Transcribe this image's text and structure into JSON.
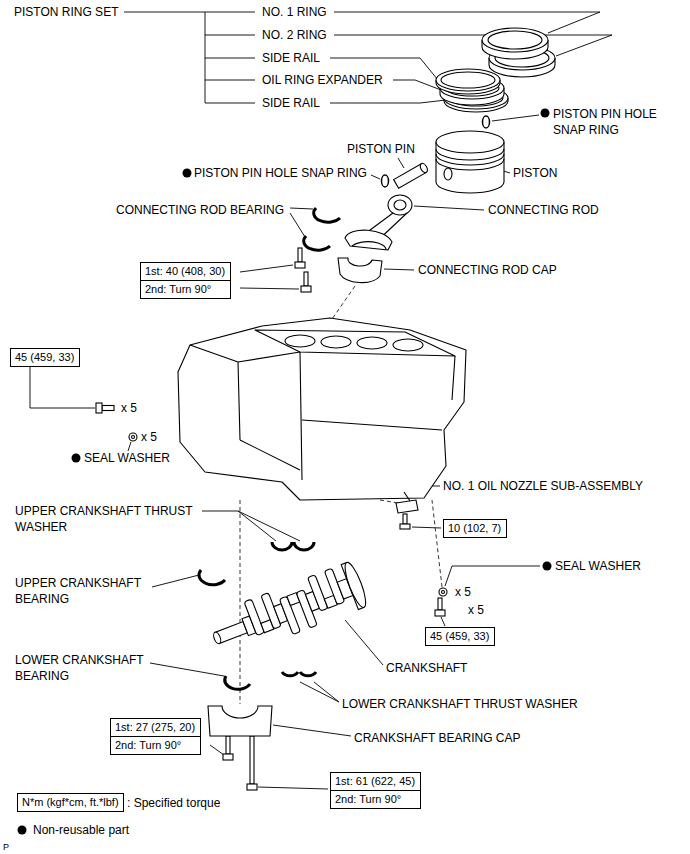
{
  "diagram": {
    "nodes": [
      {
        "text": [
          "1st: 40 (408, 30)",
          "2nd: Turn 90°"
        ]
      },
      {
        "text": [
          "45 (459, 33)"
        ]
      },
      {
        "text": [
          "10 (102, 7)"
        ]
      },
      {
        "text": [
          "45 (459, 33)"
        ]
      },
      {
        "text": [
          "1st: 27 (275, 20)",
          "2nd: Turn 90°"
        ]
      },
      {
        "text": [
          "1st: 61 (622, 45)",
          "2nd: Turn 90°"
        ]
      },
      {
        "text": [
          "N*m (kgf*cm, ft.*lbf)"
        ]
      }
    ],
    "labels": [
      "PISTON RING SET",
      "NO. 1 RING",
      "NO. 2 RING",
      "SIDE RAIL",
      "OIL RING EXPANDER",
      "SIDE RAIL",
      "PISTON PIN HOLE SNAP RING",
      "PISTON PIN",
      "PISTON PIN HOLE SNAP RING",
      "PISTON",
      "CONNECTING ROD BEARING",
      "CONNECTING ROD",
      "CONNECTING ROD CAP",
      "x 5",
      "x 5",
      "SEAL WASHER",
      "NO. 1 OIL NOZZLE SUB-ASSEMBLY",
      "UPPER CRANKSHAFT THRUST WASHER",
      "SEAL WASHER",
      "x 5",
      "x 5",
      "UPPER CRANKSHAFT BEARING",
      "LOWER CRANKSHAFT BEARING",
      "CRANKSHAFT",
      "LOWER CRANKSHAFT THRUST WASHER",
      "CRANKSHAFT BEARING CAP",
      "P"
    ],
    "legend": [
      {
        "text": ": Specified torque"
      },
      {
        "text": "Non-reusable part"
      }
    ]
  }
}
